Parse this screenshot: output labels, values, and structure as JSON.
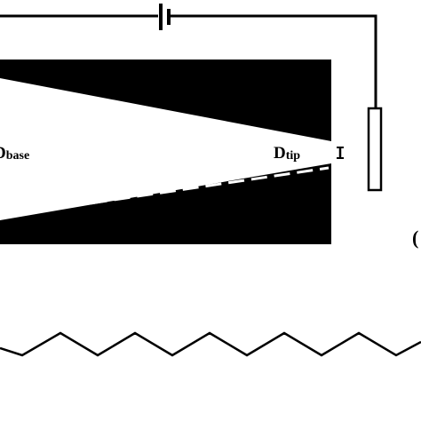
{
  "labels": {
    "base_main": "D",
    "base_sub": "base",
    "tip_main": "D",
    "tip_sub": "tip",
    "partial_char": "("
  },
  "colors": {
    "background": "#ffffff",
    "ink": "#000000",
    "dash": "#ffffff"
  },
  "icons": {
    "battery": "battery-symbol",
    "electrode": "electrode-rod",
    "gap_marker": "i-beam-gap-marker",
    "chain": "zigzag-chain"
  }
}
